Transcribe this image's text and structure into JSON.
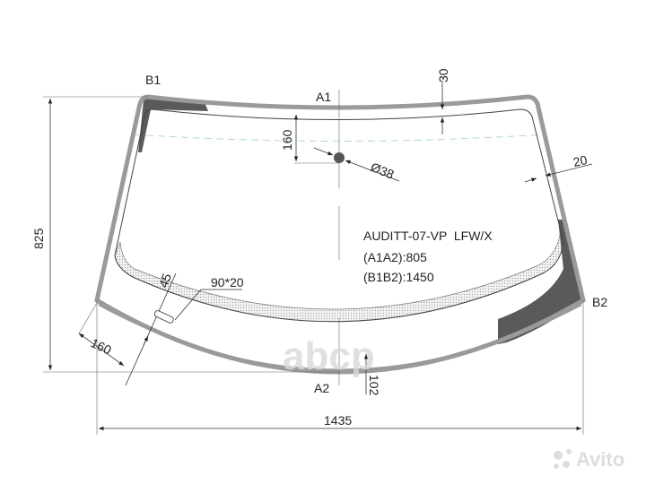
{
  "part_code": "AUDITT-07-VP  LFW/X",
  "specs": [
    "(A1A2):805",
    "(B1B2):1450"
  ],
  "points": {
    "a1": "A1",
    "a2": "A2",
    "b1": "B1",
    "b2": "B2"
  },
  "dimensions": {
    "height": "825",
    "width": "1435",
    "top_band": "30",
    "mirror_offset": "160",
    "mirror_diameter": "Ø38",
    "side_band": "20",
    "slot_offset": "45",
    "slot_size": "90*20",
    "bottom_left": "160",
    "bottom_band": "102"
  },
  "watermarks": [
    "abcp",
    "Avito"
  ],
  "colors": {
    "band": "#9a9a9a",
    "dark_patch": "#5a5a5a",
    "line": "#333333"
  }
}
